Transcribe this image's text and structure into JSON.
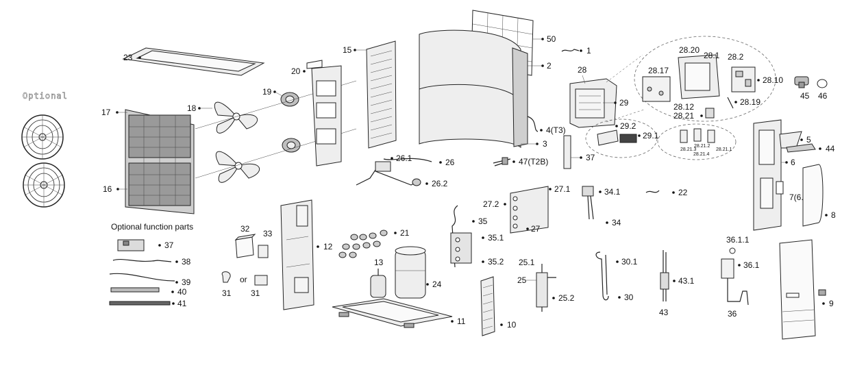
{
  "optional_heading": "Optional",
  "optional_parts_heading": "Optional function parts",
  "or_text": "or",
  "callouts": {
    "c1": "1",
    "c2": "2",
    "c3": "3",
    "c4": "4(T3)",
    "c5": "5",
    "c6": "6",
    "c6_1": "7(6.1)",
    "c8": "8",
    "c9": "9",
    "c10": "10",
    "c11": "11",
    "c12": "12",
    "c13": "13",
    "c15": "15",
    "c16": "16",
    "c17": "17",
    "c18": "18",
    "c19": "19",
    "c20": "20",
    "c21": "21",
    "c22": "22",
    "c23": "23",
    "c24": "24",
    "c25": "25",
    "c25_1": "25.1",
    "c25_2": "25.2",
    "c26": "26",
    "c26_1": "26.1",
    "c26_2": "26.2",
    "c27": "27",
    "c27_1": "27.1",
    "c27_2": "27.2",
    "c28": "28",
    "c28_1": "28.1",
    "c28_2": "28.2",
    "c28_10": "28.10",
    "c28_12": "28.12",
    "c28_17": "28.17",
    "c28_19": "28.19",
    "c28_20": "28.20",
    "c28_21": "28.21",
    "c28_21_1": "28.21.1",
    "c28_21_2": "28.21.2",
    "c28_21_3": "28.21.3",
    "c28_21_4": "28.21.4",
    "c29": "29",
    "c29_1": "29.1",
    "c29_2": "29.2",
    "c30": "30",
    "c30_1": "30.1",
    "c31a": "31",
    "c31b": "31",
    "c32": "32",
    "c33": "33",
    "c34": "34",
    "c34_1": "34.1",
    "c35": "35",
    "c35_1": "35.1",
    "c35_2": "35.2",
    "c36": "36",
    "c36_1": "36.1",
    "c36_1_1": "36.1.1",
    "c37a": "37",
    "c37b": "37",
    "c38": "38",
    "c39": "39",
    "c40": "40",
    "c41": "41",
    "c43": "43",
    "c43_1": "43.1",
    "c44": "44",
    "c45": "45",
    "c46": "46",
    "c47": "47(T2B)",
    "c50": "50"
  }
}
